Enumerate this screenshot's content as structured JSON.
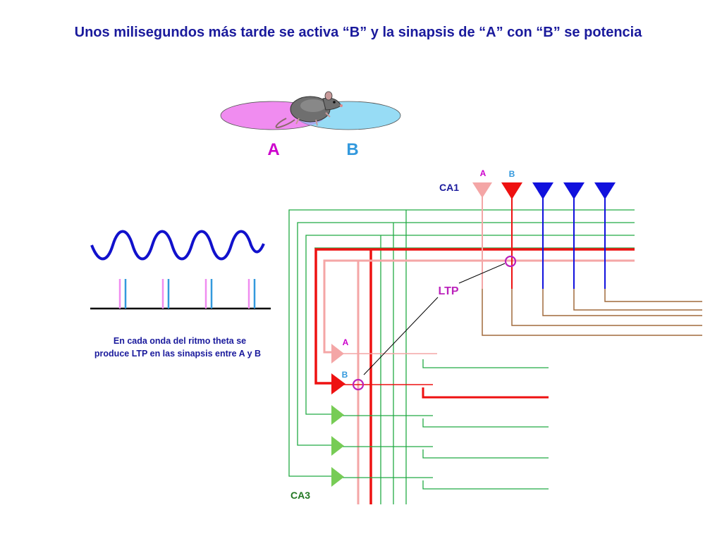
{
  "title": "Unos milisegundos más tarde se activa “B” y la sinapsis de “A” con “B” se potencia",
  "place_labels": {
    "a": "A",
    "b": "B"
  },
  "ca1": {
    "label": "CA1",
    "neuron_a_label": "A",
    "neuron_b_label": "B"
  },
  "ca3": {
    "label": "CA3",
    "neuron_a_label": "A",
    "neuron_b_label": "B"
  },
  "ltp_label": "LTP",
  "caption": {
    "line1": "En cada onda del ritmo theta se",
    "line2": "produce LTP en las sinapsis entre A y B"
  },
  "colors": {
    "title": "#1a1a9c",
    "place_a": "#f08cf0",
    "place_b": "#8cd8f4",
    "label_a": "#cc00cc",
    "label_b": "#3399dd",
    "neuron_a": "#f4a6a6",
    "neuron_b": "#ee1111",
    "ca1_other": "#1111dd",
    "ca3_other": "#77cc55",
    "schaffer": "#22aa44",
    "axon_brown": "#a06a3c",
    "theta_wave": "#1111cc",
    "synapse_circle": "#bb22bb",
    "ca3_text": "#227722",
    "ca1_text": "#1a1a9c",
    "caption": "#1a1a9c"
  },
  "icons": [
    "rat-icon"
  ]
}
